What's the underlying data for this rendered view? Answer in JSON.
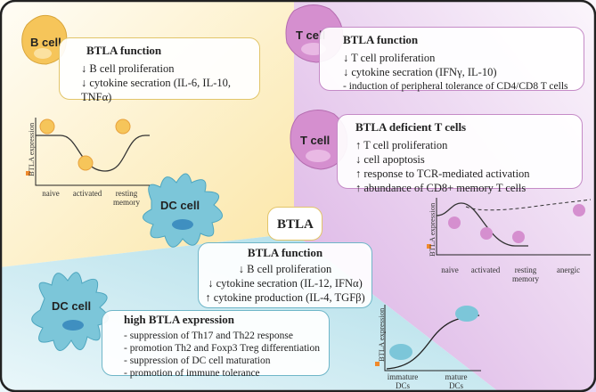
{
  "center_label": "BTLA",
  "b_cell": {
    "cell_label": "B cell",
    "title": "BTLA function",
    "items": [
      "↓ B cell proliferation",
      "↓ cytokine secration (IL-6, IL-10, TNFα)"
    ],
    "chart": {
      "ylabel": "BTLA expression",
      "x_labels": [
        "naive",
        "activated",
        "resting memory"
      ]
    }
  },
  "t_cell": {
    "cell_label": "T cell",
    "title": "BTLA function",
    "items": [
      "↓ T cell proliferation",
      "↓ cytokine secration (IFNγ, IL-10)",
      "- induction of peripheral tolerance of CD4/CD8 T cells"
    ]
  },
  "t_deficient": {
    "cell_label": "T cell",
    "title": "BTLA deficient T cells",
    "items": [
      "↑ T cell proliferation",
      "↓ cell apoptosis",
      "↑ response to TCR-mediated activation",
      "↑ abundance of CD8+ memory T cells"
    ],
    "chart": {
      "ylabel": "BTLA expression",
      "x_labels": [
        "naive",
        "activated",
        "resting memory",
        "anergic"
      ]
    }
  },
  "dc_function": {
    "cell_label": "DC cell",
    "title": "BTLA function",
    "items": [
      "↓ B cell proliferation",
      "↓ cytokine secration (IL-12, IFNα)",
      "↑ cytokine production (IL-4, TGFβ)"
    ]
  },
  "dc_high": {
    "cell_label": "DC cell",
    "title": "high BTLA expression",
    "items": [
      "- suppression of Th17 and Th22 response",
      "- promotion Th2 and Foxp3 Treg differentiation",
      "- suppression of DC cell maturation",
      "- promotion of immune tolerance"
    ],
    "chart": {
      "ylabel": "BTLA expression",
      "x_labels": [
        "immature DCs",
        "mature DCs"
      ]
    }
  },
  "colors": {
    "b_region": "#fbe9b0",
    "t_region": "#e3c3ea",
    "dc_region": "#bfe4ec",
    "b_cell": "#f6c55a",
    "t_cell": "#d58fcf",
    "dc_cell": "#7cc6d9",
    "receptor": "#f08a2c"
  }
}
